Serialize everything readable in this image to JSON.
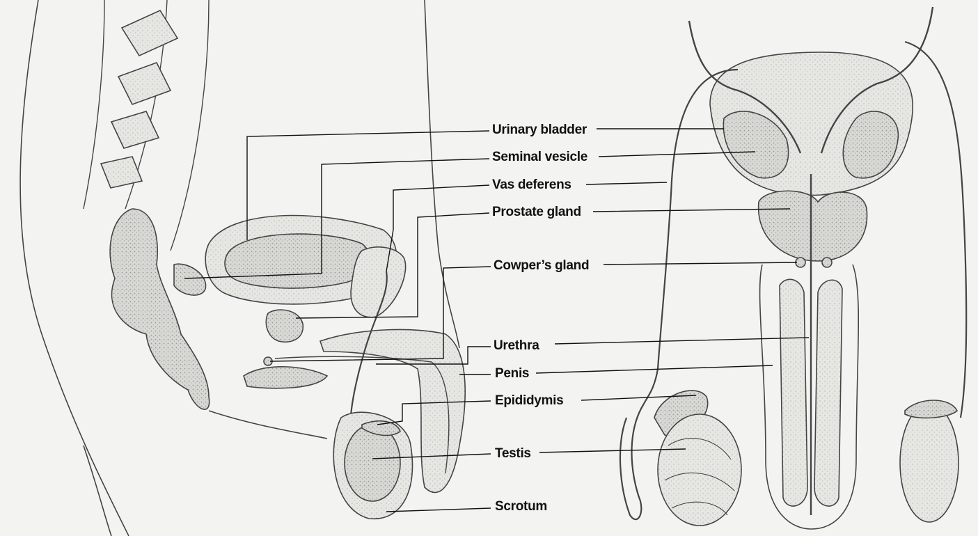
{
  "labels": {
    "urinary_bladder": "Urinary bladder",
    "seminal_vesicle": "Seminal vesicle",
    "vas_deferens": "Vas deferens",
    "prostate_gland": "Prostate gland",
    "cowpers_gland": "Cowper’s gland",
    "urethra": "Urethra",
    "penis": "Penis",
    "epididymis": "Epididymis",
    "testis": "Testis",
    "scrotum": "Scrotum"
  },
  "colors": {
    "background": "#f3f3f1",
    "ink": "#111111",
    "tissue": "#d9d9d6",
    "tissue_dark": "#b9b9b5",
    "outline": "#444444"
  }
}
